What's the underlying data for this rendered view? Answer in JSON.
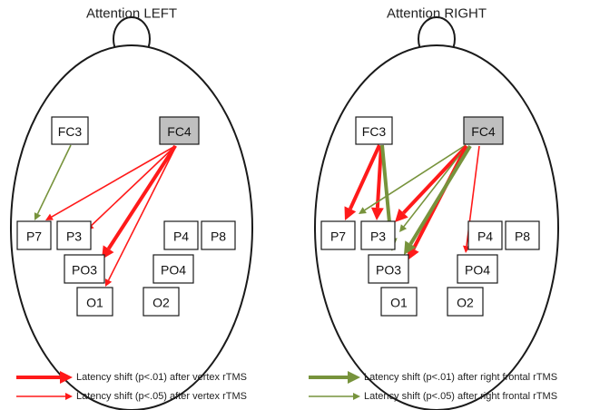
{
  "colors": {
    "red": "#ff1a1a",
    "green": "#77933c",
    "node_fill": "#ffffff",
    "node_highlight": "#bfbfbf",
    "stroke": "#1a1a1a"
  },
  "panels": [
    {
      "title": "Attention LEFT",
      "nodes": [
        {
          "label": "FC3",
          "highlight": false
        },
        {
          "label": "FC4",
          "highlight": true
        },
        {
          "label": "P7",
          "highlight": false
        },
        {
          "label": "P3",
          "highlight": false
        },
        {
          "label": "P4",
          "highlight": false
        },
        {
          "label": "P8",
          "highlight": false
        },
        {
          "label": "PO3",
          "highlight": false
        },
        {
          "label": "PO4",
          "highlight": false
        },
        {
          "label": "O1",
          "highlight": false
        },
        {
          "label": "O2",
          "highlight": false
        }
      ],
      "arrows": [
        {
          "from": "FC3",
          "to": "P7",
          "color": "green",
          "significance": "p<.05"
        },
        {
          "from": "FC4",
          "to": "P7",
          "color": "red",
          "significance": "p<.05"
        },
        {
          "from": "FC4",
          "to": "P3",
          "color": "red",
          "significance": "p<.05"
        },
        {
          "from": "FC4",
          "to": "PO3",
          "color": "red",
          "significance": "p<.01"
        },
        {
          "from": "FC4",
          "to": "O1",
          "color": "red",
          "significance": "p<.05"
        }
      ]
    },
    {
      "title": "Attention RIGHT",
      "nodes": [
        {
          "label": "FC3",
          "highlight": false
        },
        {
          "label": "FC4",
          "highlight": true
        },
        {
          "label": "P7",
          "highlight": false
        },
        {
          "label": "P3",
          "highlight": false
        },
        {
          "label": "P4",
          "highlight": false
        },
        {
          "label": "P8",
          "highlight": false
        },
        {
          "label": "PO3",
          "highlight": false
        },
        {
          "label": "PO4",
          "highlight": false
        },
        {
          "label": "O1",
          "highlight": false
        },
        {
          "label": "O2",
          "highlight": false
        }
      ],
      "arrows": [
        {
          "from": "FC3",
          "to": "P7",
          "color": "red",
          "significance": "p<.01"
        },
        {
          "from": "FC3",
          "to": "P3",
          "color": "red",
          "significance": "p<.01"
        },
        {
          "from": "FC3",
          "to": "PO3",
          "color": "green",
          "significance": "p<.01"
        },
        {
          "from": "FC4",
          "to": "P7",
          "color": "green",
          "significance": "p<.05"
        },
        {
          "from": "FC4",
          "to": "P3",
          "color": "red",
          "significance": "p<.01"
        },
        {
          "from": "FC4",
          "to": "P3",
          "color": "green",
          "significance": "p<.05"
        },
        {
          "from": "FC4",
          "to": "PO3",
          "color": "red",
          "significance": "p<.01"
        },
        {
          "from": "FC4",
          "to": "PO3",
          "color": "green",
          "significance": "p<.01"
        },
        {
          "from": "FC4",
          "to": "PO4",
          "color": "red",
          "significance": "p<.05"
        }
      ]
    }
  ],
  "legend": [
    {
      "label": "Latency shift (p<.01) after vertex rTMS",
      "color": "red",
      "significance": "p<.01"
    },
    {
      "label": "Latency shift (p<.05) after vertex rTMS",
      "color": "red",
      "significance": "p<.05"
    },
    {
      "label": "Latency shift (p<.01) after right frontal rTMS",
      "color": "green",
      "significance": "p<.01"
    },
    {
      "label": "Latency shift (p<.05) after right frontal rTMS",
      "color": "green",
      "significance": "p<.05"
    }
  ]
}
